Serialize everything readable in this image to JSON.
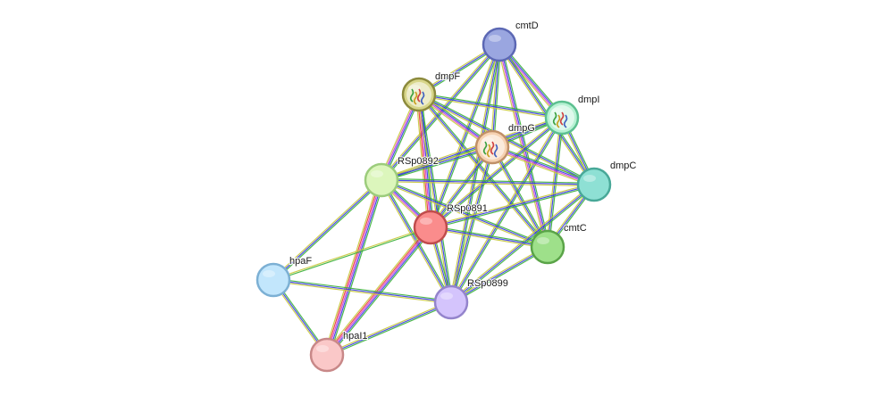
{
  "network": {
    "nodes": [
      {
        "id": "cmtD",
        "label": "cmtD",
        "color": "#9aa6e0",
        "stroke": "#5c68b4",
        "structure": false
      },
      {
        "id": "dmpF",
        "label": "dmpF",
        "color": "#d8d68a",
        "stroke": "#8c8a3c",
        "structure": true
      },
      {
        "id": "dmpI",
        "label": "dmpI",
        "color": "#b8f2d4",
        "stroke": "#5cc090",
        "structure": true
      },
      {
        "id": "dmpG",
        "label": "dmpG",
        "color": "#f6d2b2",
        "stroke": "#c09068",
        "structure": true
      },
      {
        "id": "RSp0892",
        "label": "RSp0892",
        "color": "#dcf6bc",
        "stroke": "#9ccc7c",
        "structure": false
      },
      {
        "id": "dmpC",
        "label": "dmpC",
        "color": "#8ee0d4",
        "stroke": "#48a898",
        "structure": false
      },
      {
        "id": "RSp0891",
        "label": "RSp0891",
        "color": "#fa8c8c",
        "stroke": "#c04c4c",
        "structure": false
      },
      {
        "id": "cmtC",
        "label": "cmtC",
        "color": "#9ee08a",
        "stroke": "#5aa448",
        "structure": false
      },
      {
        "id": "hpaF",
        "label": "hpaF",
        "color": "#c2e6fc",
        "stroke": "#7cb0d4",
        "structure": false
      },
      {
        "id": "RSp0899",
        "label": "RSp0899",
        "color": "#d4c4fc",
        "stroke": "#9484cc",
        "structure": false
      },
      {
        "id": "hpaI1",
        "label": "hpaI1",
        "color": "#fac8c8",
        "stroke": "#c88888",
        "structure": false
      }
    ],
    "edges": [
      {
        "s": "cmtD",
        "t": "dmpF",
        "colors": [
          "#3ab03a",
          "#3838e8",
          "#c8c83a"
        ]
      },
      {
        "s": "cmtD",
        "t": "dmpI",
        "colors": [
          "#3ab03a",
          "#3838e8",
          "#d040d0",
          "#c8c83a"
        ]
      },
      {
        "s": "cmtD",
        "t": "dmpG",
        "colors": [
          "#3ab03a",
          "#3838e8",
          "#c8c83a"
        ]
      },
      {
        "s": "cmtD",
        "t": "RSp0892",
        "colors": [
          "#3ab03a",
          "#3838e8",
          "#c8c83a"
        ]
      },
      {
        "s": "cmtD",
        "t": "dmpC",
        "colors": [
          "#3ab03a",
          "#3838e8",
          "#c8c83a"
        ]
      },
      {
        "s": "cmtD",
        "t": "RSp0891",
        "colors": [
          "#3ab03a",
          "#3838e8",
          "#c8c83a"
        ]
      },
      {
        "s": "cmtD",
        "t": "cmtC",
        "colors": [
          "#3ab03a",
          "#3838e8",
          "#d040d0",
          "#c8c83a"
        ]
      },
      {
        "s": "cmtD",
        "t": "RSp0899",
        "colors": [
          "#3ab03a",
          "#3838e8",
          "#c8c83a"
        ]
      },
      {
        "s": "dmpF",
        "t": "dmpI",
        "colors": [
          "#3ab03a",
          "#3838e8",
          "#c8c83a"
        ]
      },
      {
        "s": "dmpF",
        "t": "dmpG",
        "colors": [
          "#3ab03a",
          "#3838e8",
          "#d040d0",
          "#c8c83a"
        ]
      },
      {
        "s": "dmpF",
        "t": "RSp0892",
        "colors": [
          "#3ab03a",
          "#3838e8",
          "#d040d0",
          "#c8c83a"
        ]
      },
      {
        "s": "dmpF",
        "t": "dmpC",
        "colors": [
          "#3ab03a",
          "#3838e8",
          "#c8c83a"
        ]
      },
      {
        "s": "dmpF",
        "t": "RSp0891",
        "colors": [
          "#3ab03a",
          "#3838e8",
          "#d040d0",
          "#e83838",
          "#c8c83a"
        ]
      },
      {
        "s": "dmpF",
        "t": "cmtC",
        "colors": [
          "#3ab03a",
          "#3838e8",
          "#c8c83a"
        ]
      },
      {
        "s": "dmpF",
        "t": "RSp0899",
        "colors": [
          "#3ab03a",
          "#3838e8",
          "#c8c83a"
        ]
      },
      {
        "s": "dmpI",
        "t": "dmpG",
        "colors": [
          "#3ab03a",
          "#3838e8",
          "#c8c83a"
        ]
      },
      {
        "s": "dmpI",
        "t": "RSp0892",
        "colors": [
          "#3ab03a",
          "#3838e8",
          "#c8c83a"
        ]
      },
      {
        "s": "dmpI",
        "t": "dmpC",
        "colors": [
          "#3ab03a",
          "#3838e8",
          "#c8c83a"
        ]
      },
      {
        "s": "dmpI",
        "t": "RSp0891",
        "colors": [
          "#3ab03a",
          "#3838e8",
          "#c8c83a"
        ]
      },
      {
        "s": "dmpI",
        "t": "cmtC",
        "colors": [
          "#3ab03a",
          "#3838e8",
          "#c8c83a"
        ]
      },
      {
        "s": "dmpI",
        "t": "RSp0899",
        "colors": [
          "#3ab03a",
          "#3838e8",
          "#c8c83a"
        ]
      },
      {
        "s": "dmpG",
        "t": "RSp0892",
        "colors": [
          "#3ab03a",
          "#3838e8",
          "#c8c83a"
        ]
      },
      {
        "s": "dmpG",
        "t": "dmpC",
        "colors": [
          "#3ab03a",
          "#3838e8",
          "#d040d0",
          "#c8c83a"
        ]
      },
      {
        "s": "dmpG",
        "t": "RSp0891",
        "colors": [
          "#3ab03a",
          "#3838e8",
          "#c8c83a"
        ]
      },
      {
        "s": "dmpG",
        "t": "cmtC",
        "colors": [
          "#3ab03a",
          "#3838e8",
          "#c8c83a"
        ]
      },
      {
        "s": "dmpG",
        "t": "RSp0899",
        "colors": [
          "#3ab03a",
          "#3838e8",
          "#c8c83a"
        ]
      },
      {
        "s": "RSp0892",
        "t": "dmpC",
        "colors": [
          "#3ab03a",
          "#3838e8",
          "#c8c83a"
        ]
      },
      {
        "s": "RSp0892",
        "t": "RSp0891",
        "colors": [
          "#3ab03a",
          "#3838e8",
          "#d040d0",
          "#c8c83a"
        ]
      },
      {
        "s": "RSp0892",
        "t": "cmtC",
        "colors": [
          "#3ab03a",
          "#3838e8",
          "#c8c83a"
        ]
      },
      {
        "s": "RSp0892",
        "t": "hpaF",
        "colors": [
          "#3ab03a",
          "#3838e8",
          "#c8c83a"
        ]
      },
      {
        "s": "RSp0892",
        "t": "RSp0899",
        "colors": [
          "#3ab03a",
          "#3838e8",
          "#c8c83a"
        ]
      },
      {
        "s": "RSp0892",
        "t": "hpaI1",
        "colors": [
          "#3ab03a",
          "#3838e8",
          "#d040d0",
          "#e83838",
          "#c8c83a"
        ]
      },
      {
        "s": "dmpC",
        "t": "RSp0891",
        "colors": [
          "#3ab03a",
          "#3838e8",
          "#c8c83a"
        ]
      },
      {
        "s": "dmpC",
        "t": "cmtC",
        "colors": [
          "#3ab03a",
          "#3838e8",
          "#c8c83a"
        ]
      },
      {
        "s": "dmpC",
        "t": "RSp0899",
        "colors": [
          "#3ab03a",
          "#3838e8",
          "#c8c83a"
        ]
      },
      {
        "s": "RSp0891",
        "t": "cmtC",
        "colors": [
          "#3ab03a",
          "#3838e8",
          "#c8c83a"
        ]
      },
      {
        "s": "RSp0891",
        "t": "hpaF",
        "colors": [
          "#3ab03a",
          "#c8c83a"
        ]
      },
      {
        "s": "RSp0891",
        "t": "RSp0899",
        "colors": [
          "#3ab03a",
          "#3838e8",
          "#c8c83a"
        ]
      },
      {
        "s": "RSp0891",
        "t": "hpaI1",
        "colors": [
          "#3ab03a",
          "#3838e8",
          "#d040d0",
          "#e83838",
          "#c8c83a"
        ]
      },
      {
        "s": "cmtC",
        "t": "RSp0899",
        "colors": [
          "#3ab03a",
          "#3838e8",
          "#c8c83a"
        ]
      },
      {
        "s": "hpaF",
        "t": "RSp0899",
        "colors": [
          "#3ab03a",
          "#3838e8",
          "#c8c83a"
        ]
      },
      {
        "s": "hpaF",
        "t": "hpaI1",
        "colors": [
          "#3ab03a",
          "#3838e8",
          "#c8c83a"
        ]
      },
      {
        "s": "RSp0899",
        "t": "hpaI1",
        "colors": [
          "#3ab03a",
          "#3838e8",
          "#c8c83a"
        ]
      }
    ]
  }
}
